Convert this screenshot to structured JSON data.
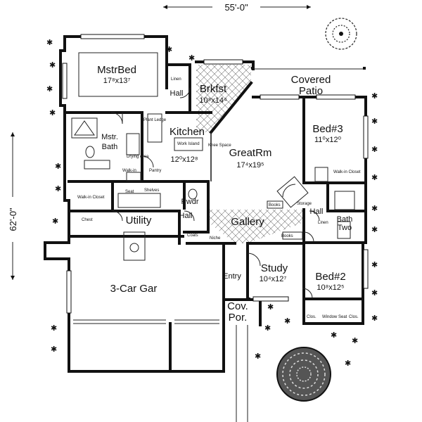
{
  "overall": {
    "width": "55'-0\"",
    "depth": "62'-0\""
  },
  "rooms": {
    "master_bed": {
      "name": "MstrBed",
      "size": "17⁸x13⁷"
    },
    "breakfast": {
      "name": "Brkfst",
      "size": "10⁸x14⁴"
    },
    "covered_patio": {
      "line1": "Covered",
      "line2": "Patio"
    },
    "kitchen": {
      "name": "Kitchen",
      "size": "12⁰x12⁸"
    },
    "great_room": {
      "name": "GreatRm",
      "size": "17⁴x19⁵"
    },
    "bed3": {
      "name": "Bed#3",
      "size": "11⁰x12⁰"
    },
    "master_bath": {
      "line1": "Mstr.",
      "line2": "Bath"
    },
    "powder": {
      "name": "Pwdr"
    },
    "utility": {
      "name": "Utility"
    },
    "gallery": {
      "name": "Gallery"
    },
    "hall_main": {
      "name": "Hall"
    },
    "hall_master": {
      "name": "Hall"
    },
    "hall_bed": {
      "name": "Hall"
    },
    "bath_two": {
      "line1": "Bath",
      "line2": "Two"
    },
    "study": {
      "name": "Study",
      "size": "10⁴x12⁷"
    },
    "bed2": {
      "name": "Bed#2",
      "size": "10⁸x12⁵"
    },
    "garage": {
      "name": "3-Car Gar"
    },
    "entry": {
      "name": "Entry"
    },
    "cov_porch": {
      "line1": "Cov.",
      "line2": "Por."
    }
  },
  "labels": {
    "linen_top": "Linen",
    "plant_ledge": "Plant Ledge",
    "work_island": "Work Island",
    "knee_space": "Knee Space",
    "drying_area": "Drying Area",
    "pantry": "Pantry",
    "walk_in": "Walk-in",
    "seat": "Seat",
    "shelves": "Shelves",
    "walk_in_closet_master": "Walk-in Closet",
    "chest": "Chest",
    "walk_in_closet_bed3": "Walk-in Closet",
    "books_great": "Books",
    "storage": "Storage",
    "linen_bath": "Linen",
    "coats": "Coats",
    "niche": "Niche",
    "books_study": "Books",
    "clos_left": "Clos.",
    "window_seat": "Window Seat",
    "clos_right": "Clos."
  }
}
